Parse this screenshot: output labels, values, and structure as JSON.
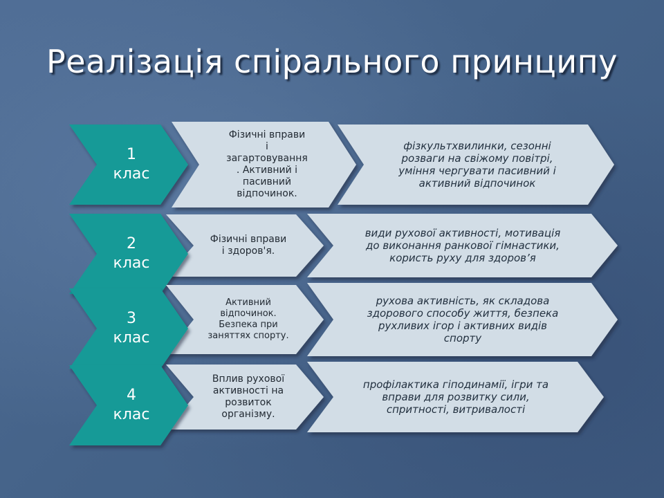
{
  "title": "Реалізація спірального принципу",
  "colors": {
    "class_fill": "#159a97",
    "box_fill": "#d2dde6",
    "background": "#4a6890"
  },
  "rows": [
    {
      "class_number": "1",
      "class_word": "клас",
      "topic_lines": [
        "Фізичні вправи",
        "і",
        "загартовування",
        ". Активний і",
        "пасивний",
        "відпочинок."
      ],
      "content_lines": [
        "фізкультхвилинки, сезонні",
        "розваги на свіжому повітрі,",
        "уміння чергувати пасивний і",
        "активний відпочинок"
      ]
    },
    {
      "class_number": "2",
      "class_word": "клас",
      "topic_lines": [
        "Фізичні вправи",
        "і здоров'я."
      ],
      "content_lines": [
        "види рухової активності, мотивація",
        "до виконання ранкової гімнастики,",
        "користь руху для здоров’я"
      ]
    },
    {
      "class_number": "3",
      "class_word": "клас",
      "topic_lines": [
        "Активний",
        "відпочинок.",
        "Безпека при",
        "заняттях спорту."
      ],
      "content_lines": [
        "рухова активність, як складова",
        "здорового способу життя, безпека",
        "рухливих ігор і активних видів",
        "спорту"
      ]
    },
    {
      "class_number": "4",
      "class_word": "клас",
      "topic_lines": [
        "Вплив рухової",
        "активності на",
        "розвиток",
        "організму."
      ],
      "content_lines": [
        "профілактика гіподинамії, ігри та",
        "вправи для розвитку сили,",
        "спритності, витривалості"
      ]
    }
  ]
}
